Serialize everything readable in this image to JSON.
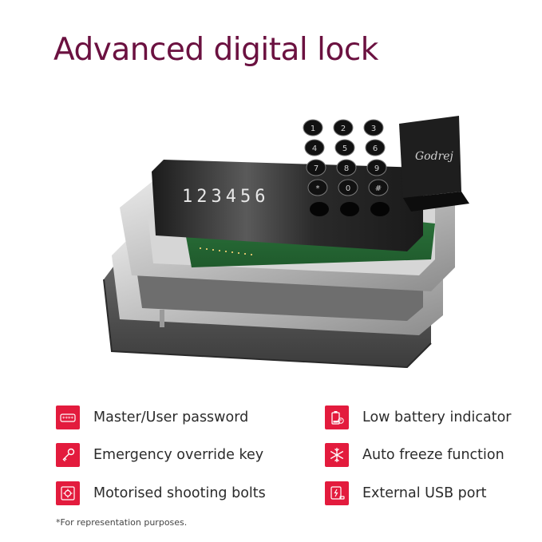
{
  "title": "Advanced digital lock",
  "product": {
    "display_digits": "123456",
    "brand_logo": "Godrej",
    "keypad_keys": [
      "1",
      "2",
      "3",
      "4",
      "5",
      "6",
      "7",
      "8",
      "9",
      "*",
      "0",
      "#"
    ]
  },
  "features": [
    {
      "label": "Master/User password",
      "icon": "password-icon"
    },
    {
      "label": "Low battery indicator",
      "icon": "low-battery-icon"
    },
    {
      "label": "Emergency override key",
      "icon": "key-icon"
    },
    {
      "label": "Auto freeze function",
      "icon": "snowflake-icon"
    },
    {
      "label": "Motorised shooting bolts",
      "icon": "bolt-safe-icon"
    },
    {
      "label": "External USB port",
      "icon": "usb-port-icon"
    }
  ],
  "footnote": "*For representation purposes.",
  "colors": {
    "title": "#6b1140",
    "icon_bg": "#e31b3d",
    "text": "#2b2b2b"
  }
}
